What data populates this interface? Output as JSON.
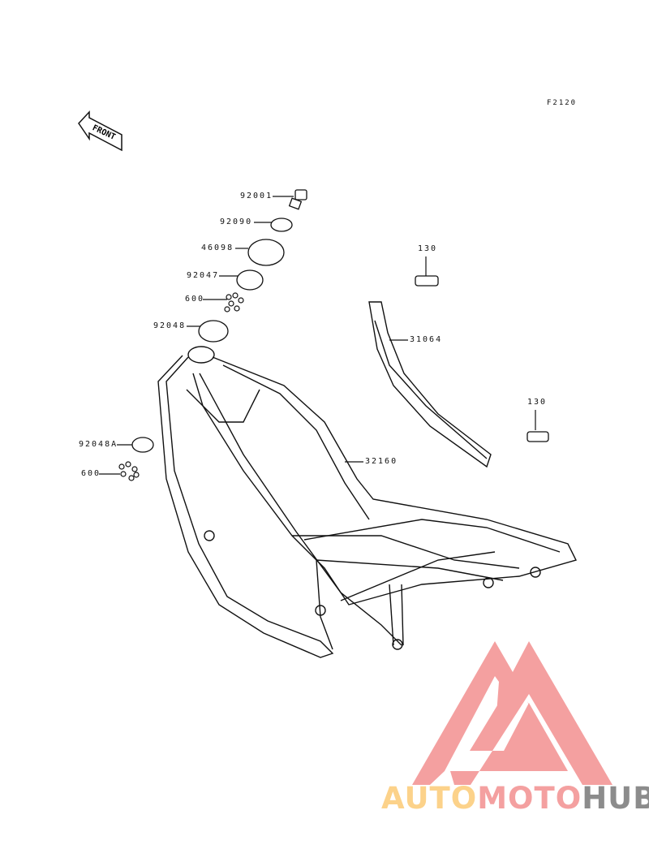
{
  "diagram_code": "F2120",
  "front_arrow": "FRONT",
  "parts": [
    {
      "number": "92001"
    },
    {
      "number": "92090"
    },
    {
      "number": "46098"
    },
    {
      "number": "92047"
    },
    {
      "number": "600"
    },
    {
      "number": "92048"
    },
    {
      "number": "130"
    },
    {
      "number": "31064"
    },
    {
      "number": "130"
    },
    {
      "number": "92048A"
    },
    {
      "number": "600"
    },
    {
      "number": "32160"
    }
  ],
  "watermark": {
    "part1": "AUTO",
    "part2": "MOTO",
    "part3": "HUB",
    "colors": {
      "auto": "#fcd28a",
      "moto": "#f4a0a0",
      "hub": "#8c8c8c"
    }
  }
}
